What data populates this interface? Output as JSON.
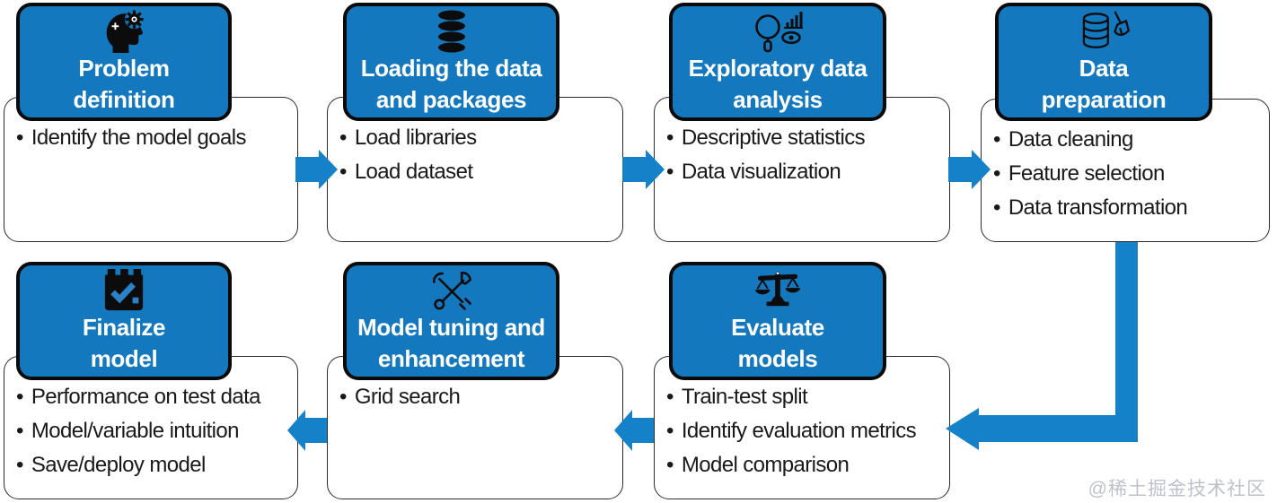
{
  "palette": {
    "header_blue": "#1478BF",
    "arrow_blue": "#1581C9",
    "border_black": "#0a0a0a",
    "body_border": "#2b2b2b",
    "body_text": "#191919",
    "title_text": "#ffffff",
    "watermark_gray": "#BEC2C8"
  },
  "bullet_char": "•",
  "watermark": "@稀土掘金技术社区",
  "steps": [
    {
      "id": "problem-definition",
      "icon": "head-gear-icon",
      "title_lines": [
        "Problem",
        "definition"
      ],
      "bullets": [
        "Identify the model goals"
      ]
    },
    {
      "id": "loading-the-data-and-packages",
      "icon": "database-icon",
      "title_lines": [
        "Loading the data",
        "and packages"
      ],
      "bullets": [
        "Load libraries",
        "Load dataset"
      ]
    },
    {
      "id": "exploratory-data-analysis",
      "icon": "magnifier-chart-eye-icon",
      "title_lines": [
        "Exploratory data",
        "analysis"
      ],
      "bullets": [
        "Descriptive statistics",
        "Data visualization"
      ]
    },
    {
      "id": "data-preparation",
      "icon": "database-broom-icon",
      "title_lines": [
        "Data",
        "preparation"
      ],
      "bullets": [
        "Data cleaning",
        "Feature selection",
        "Data transformation"
      ]
    },
    {
      "id": "finalize-model",
      "icon": "calendar-check-icon",
      "title_lines": [
        "Finalize",
        "model"
      ],
      "bullets": [
        "Performance on test data",
        "Model/variable intuition",
        "Save/deploy model"
      ]
    },
    {
      "id": "model-tuning-and-enhancement",
      "icon": "crossed-wrenches-icon",
      "title_lines": [
        "Model tuning and",
        "enhancement"
      ],
      "bullets": [
        "Grid search"
      ]
    },
    {
      "id": "evaluate-models",
      "icon": "balance-scale-icon",
      "title_lines": [
        "Evaluate",
        "models"
      ],
      "bullets": [
        "Train-test split",
        "Identify evaluation metrics",
        "Model comparison"
      ]
    }
  ]
}
